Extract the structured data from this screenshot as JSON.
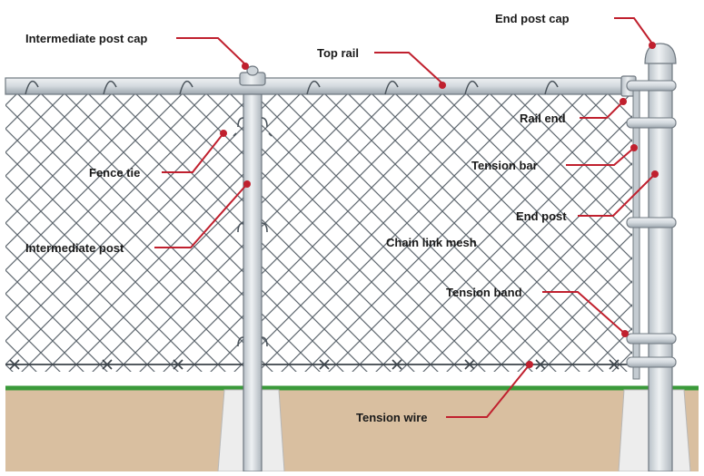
{
  "diagram": {
    "labels": {
      "intermediate_post_cap": "Intermediate post cap",
      "top_rail": "Top rail",
      "end_post_cap": "End post cap",
      "rail_end": "Rail end",
      "fence_tie": "Fence tie",
      "tension_bar": "Tension bar",
      "intermediate_post": "Intermediate post",
      "end_post": "End post",
      "chain_link_mesh": "Chain link mesh",
      "tension_band": "Tension band",
      "tension_wire": "Tension wire"
    },
    "colors": {
      "leader": "#c0202e",
      "post": "#dde2e6",
      "post_outline": "#6f7880",
      "mesh": "#5f6870",
      "grass": "#3a9a3a",
      "soil": "#d9bfa0",
      "concrete": "#ededed"
    }
  }
}
